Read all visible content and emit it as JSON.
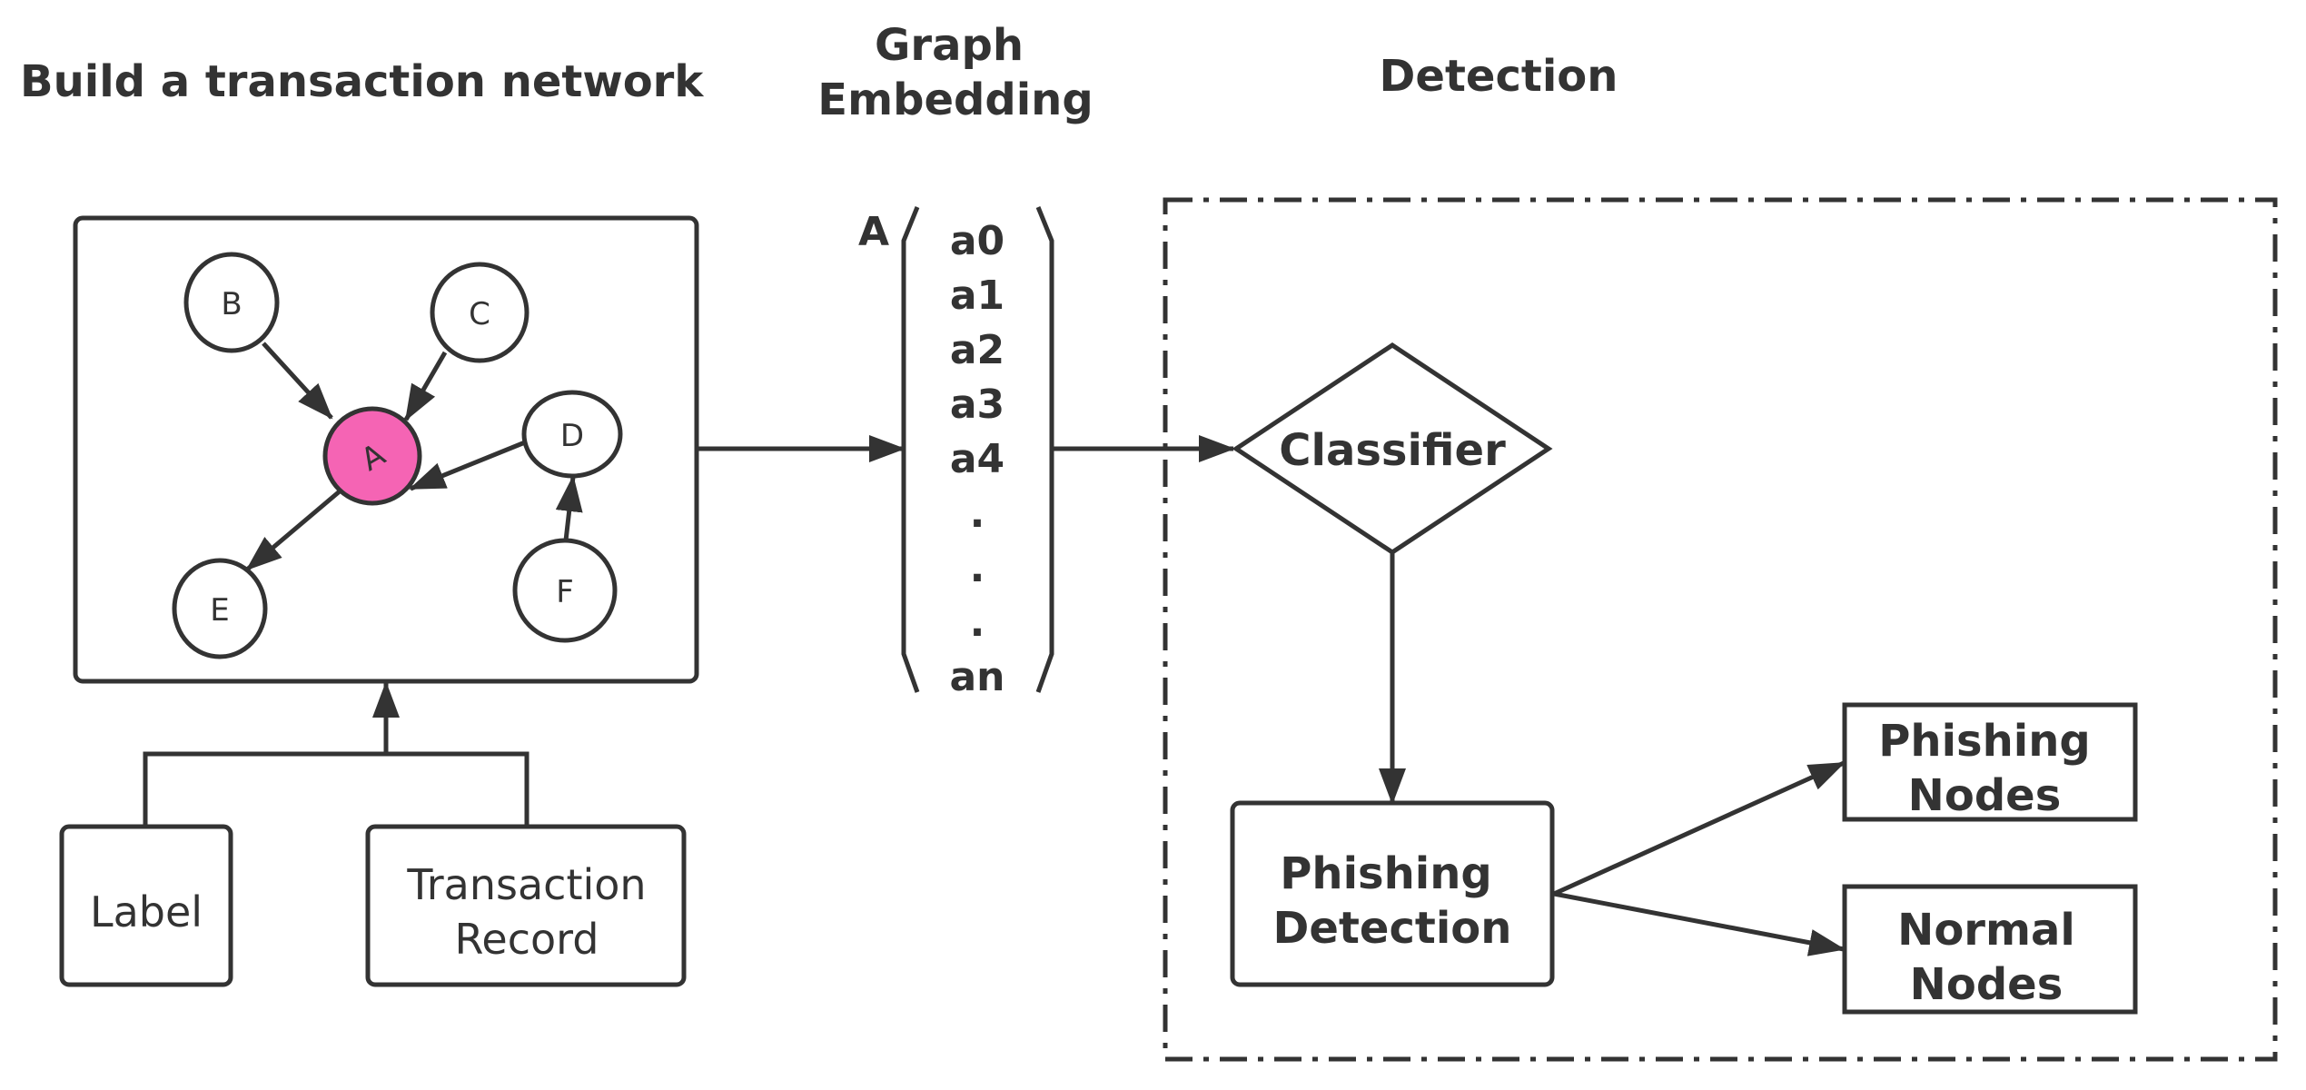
{
  "titles": {
    "build": "Build a transaction network",
    "embedding_line1": "Graph",
    "embedding_line2": "Embedding",
    "detection": "Detection"
  },
  "graph_nodes": {
    "A": "A",
    "B": "B",
    "C": "C",
    "D": "D",
    "E": "E",
    "F": "F"
  },
  "inputs": {
    "label": "Label",
    "record_line1": "Transaction",
    "record_line2": "Record"
  },
  "embedding": {
    "node": "A",
    "vector": [
      "a0",
      "a1",
      "a2",
      "a3",
      "a4",
      ".",
      ".",
      ".",
      "an"
    ]
  },
  "detection": {
    "classifier": "Classifier",
    "phishing_detection_line1": "Phishing",
    "phishing_detection_line2": "Detection",
    "phishing_nodes_line1": "Phishing",
    "phishing_nodes_line2": "Nodes",
    "normal_nodes_line1": "Normal",
    "normal_nodes_line2": "Nodes"
  },
  "colors": {
    "highlight_node": "#f564b4",
    "line": "#333333"
  }
}
